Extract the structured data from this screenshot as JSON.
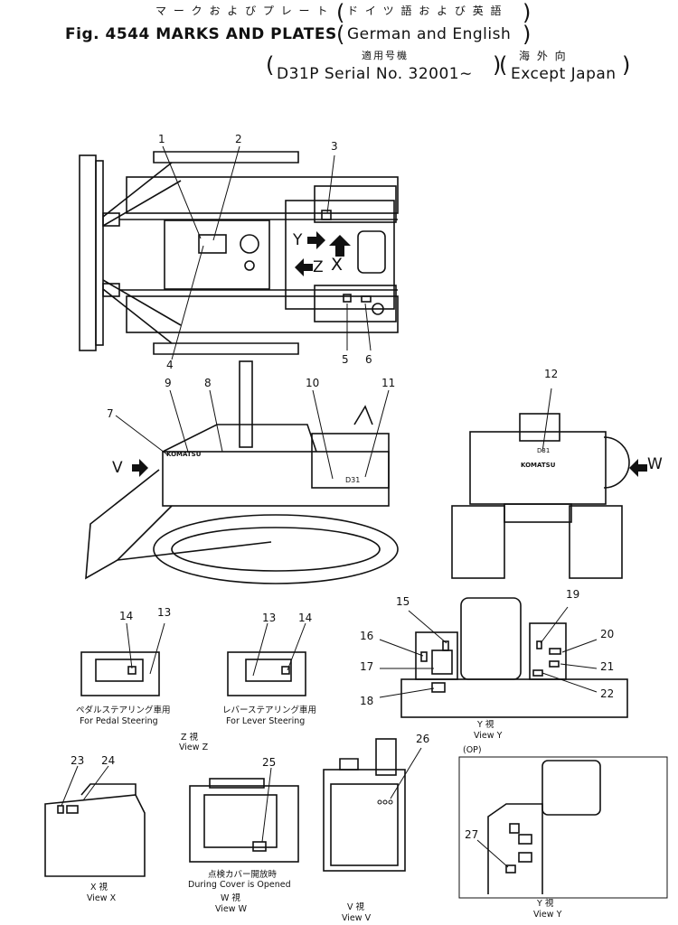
{
  "header": {
    "line1_jp": "マ ー ク お よ び プ レ ー ト",
    "line1_jp_paren": "ド イ ツ 語 お よ び 英  語",
    "line2_fig": "Fig. 4544 MARKS AND PLATES",
    "line2_paren": "German and English",
    "line3_jp_left": "適用号機",
    "line3_jp_right": "海   外   向",
    "line4_serial": "D31P Serial No. 32001∼",
    "line4_paren": "Except Japan"
  },
  "callouts": [
    "1",
    "2",
    "3",
    "4",
    "5",
    "6",
    "7",
    "8",
    "9",
    "10",
    "11",
    "12",
    "13",
    "14",
    "13",
    "14",
    "15",
    "16",
    "17",
    "18",
    "19",
    "20",
    "21",
    "22",
    "23",
    "24",
    "25",
    "26",
    "27"
  ],
  "arrows": {
    "y": "Y",
    "z": "Z",
    "x": "X",
    "v": "V",
    "w": "W"
  },
  "plates": {
    "komatsu": "KOMATSU",
    "d31": "D31",
    "d31_rear": "D31",
    "komatsu_rear": "KOMATSU"
  },
  "captions": {
    "pedal_jp": "ペダルステアリング車用",
    "pedal_en": "For Pedal Steering",
    "lever_jp": "レバーステアリング車用",
    "lever_en": "For Lever Steering",
    "view_z_jp": "Z  視",
    "view_z_en": "View Z",
    "view_y_jp": "Y  視",
    "view_y_en": "View Y",
    "view_x_jp": "X   視",
    "view_x_en": "View  X",
    "cover_jp": "点検カバー開放時",
    "cover_en": "During Cover is Opened",
    "view_w_jp": "W   視",
    "view_w_en": "View W",
    "view_v_jp": "V   視",
    "view_v_en": "View  V",
    "op": "(OP)",
    "view_y2_jp": "Y   視",
    "view_y2_en": "View  Y"
  }
}
